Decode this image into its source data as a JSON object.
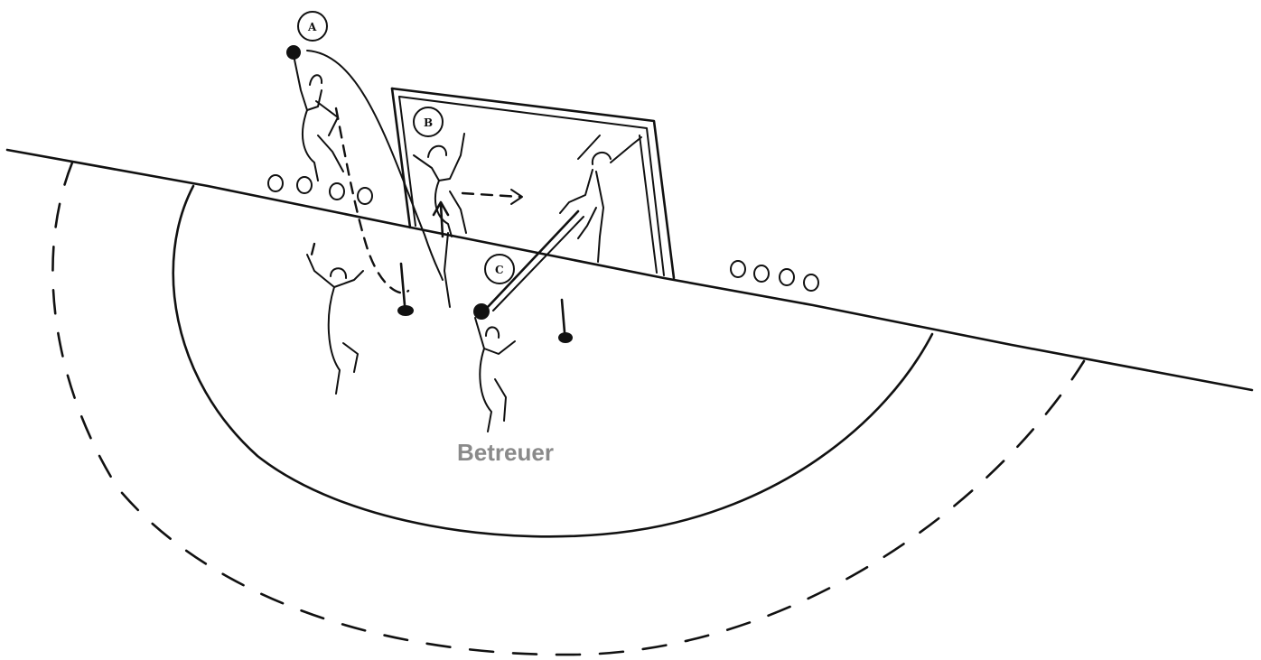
{
  "players": {
    "a": {
      "label": "A"
    },
    "b": {
      "label": "B"
    },
    "c": {
      "label": "C"
    }
  },
  "caption": "Betreuer",
  "colors": {
    "ink": "#111111",
    "caption": "#8a8a8a",
    "background": "#ffffff"
  }
}
